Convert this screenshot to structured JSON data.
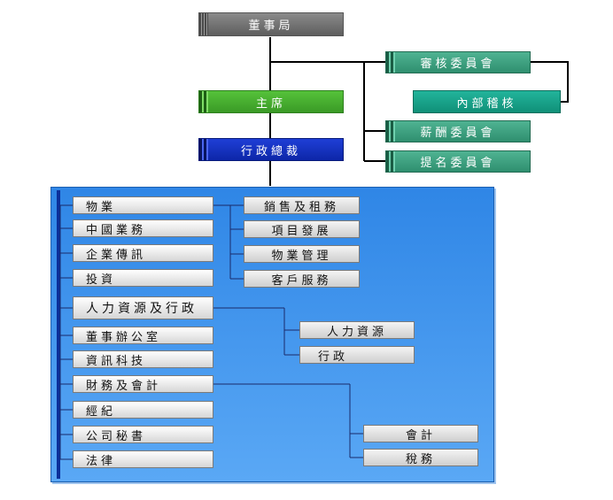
{
  "top": {
    "board": "董事局",
    "chairman": "主席",
    "ceo": "行政總裁"
  },
  "committees": {
    "audit": "審核委員會",
    "internal_audit": "內部稽核",
    "remuneration": "薪酬委員會",
    "nomination": "提名委員會"
  },
  "departments": [
    "物業",
    "中國業務",
    "企業傳訊",
    "投資",
    "人力資源及行政",
    "董事辦公室",
    "資訊科技",
    "財務及會計",
    "經紀",
    "公司秘書",
    "法律"
  ],
  "property_units": [
    "銷售及租務",
    "項目發展",
    "物業管理",
    "客戶服務"
  ],
  "hr_units": [
    "人力資源",
    "行政"
  ],
  "finance_units": [
    "會計",
    "稅務"
  ],
  "colors": {
    "board": "#6f6f6f",
    "chairman": "#48b030",
    "ceo": "#1430c0",
    "committee": "#3fa584",
    "panel": "#3f95ee"
  }
}
